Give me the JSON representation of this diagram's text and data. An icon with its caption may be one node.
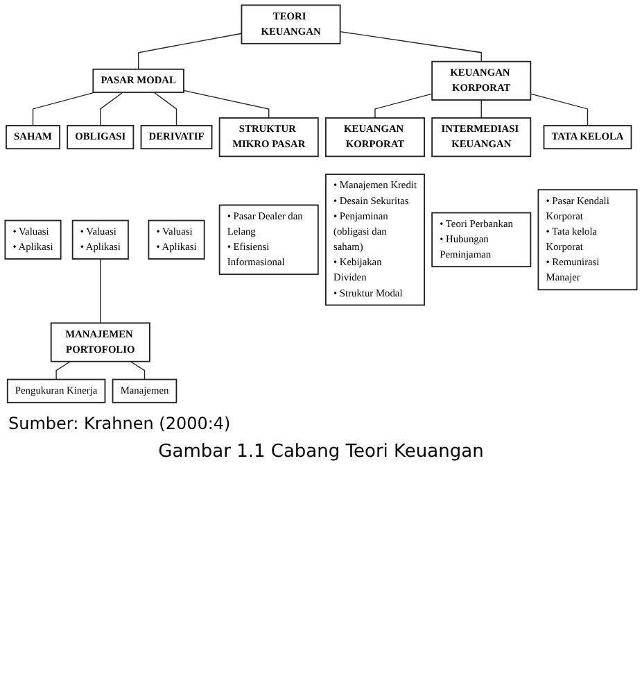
{
  "diagram": {
    "caption": "Gambar 1.1 Cabang Teori Keuangan",
    "nodes": [
      {
        "text": [
          "TEORI KEUANGAN"
        ]
      },
      {
        "text": [
          "PASAR MODAL"
        ]
      },
      {
        "text": [
          "KEUANGAN KORPORAT"
        ]
      },
      {
        "text": [
          "SAHAM"
        ]
      },
      {
        "text": [
          "OBLIGASI"
        ]
      },
      {
        "text": [
          "DERIVATIF"
        ]
      },
      {
        "text": [
          "KEUANGAN KORPORAT"
        ]
      },
      {
        "text": [
          "INTERMEDIASI KEUANGAN"
        ]
      },
      {
        "text": [
          "TATA KELOLA"
        ]
      },
      {
        "text": [
          "• Valuasi",
          "• Aplikasi"
        ]
      },
      {
        "text": [
          "• Valuasi",
          "• Aplikasi"
        ]
      },
      {
        "text": [
          "• Valuasi",
          "• Aplikasi"
        ]
      },
      {
        "text": [
          "• Manajemen Kredit",
          "• Desain Sekuritas",
          "• Penjaminan (obligasi dan saham)",
          "• Kebijakan Dividen",
          "• Struktur Modal"
        ]
      },
      {
        "text": [
          "• Teori Perbankan",
          "• Hubungan Peminjaman"
        ]
      },
      {
        "text": [
          "• Pasar Kendali Korporat",
          "• Tata kelola Korporat",
          "• Remunirasi Manajer"
        ]
      },
      {
        "text": [
          "MANAJEMEN PORTOFOLIO"
        ]
      },
      {
        "text": [
          "Pengukuran Kinerja"
        ]
      },
      {
        "text": [
          "Manajemen"
        ]
      },
      {
        "text": [
          "STRUKTUR MIKRO PASAR"
        ]
      },
      {
        "text": [
          "• Pasar Dealer dan Lelang",
          "• Efisiensi Informasional"
        ]
      }
    ],
    "edges": [
      {
        "from": 0,
        "to": 1,
        "arrow": "none"
      },
      {
        "from": 0,
        "to": 2,
        "arrow": "none"
      },
      {
        "from": 1,
        "to": 3,
        "arrow": "none"
      },
      {
        "from": 1,
        "to": 4,
        "arrow": "none"
      },
      {
        "from": 1,
        "to": 5,
        "arrow": "none"
      },
      {
        "from": 1,
        "to": 18,
        "arrow": "none"
      },
      {
        "from": 2,
        "to": 6,
        "arrow": "none"
      },
      {
        "from": 2,
        "to": 7,
        "arrow": "none"
      },
      {
        "from": 2,
        "to": 8,
        "arrow": "none"
      },
      {
        "from": 10,
        "to": 15,
        "arrow": "none"
      },
      {
        "from": 15,
        "to": 16,
        "arrow": "none"
      },
      {
        "from": 15,
        "to": 17,
        "arrow": "none"
      }
    ],
    "labels": [
      "Sumber: Krahnen (2000:4)"
    ]
  }
}
